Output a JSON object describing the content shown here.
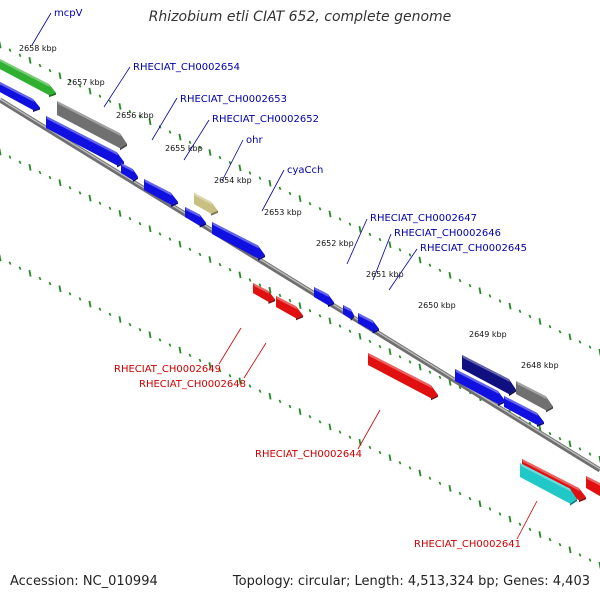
{
  "title": "Rhizobium etli CIAT 652, complete genome",
  "footer": {
    "accession": "Accession: NC_010994",
    "topology": "Topology: circular; Length: 4,513,324 bp; Genes: 4,403"
  },
  "colors": {
    "backbone": "#8a8a8a",
    "tick": "#228b22",
    "label_forward": "#0000aa",
    "label_reverse": "#cc0000",
    "gene_blue": "#1010e0",
    "gene_red": "#e01010",
    "gene_green": "#30b030",
    "gene_gray": "#707070",
    "gene_khaki": "#c8c080",
    "gene_navy": "#101080",
    "gene_cyan": "#20c8c8"
  },
  "kbp_labels": [
    "2658 kbp",
    "2657 kbp",
    "2656 kbp",
    "2655 kbp",
    "2654 kbp",
    "2653 kbp",
    "2652 kbp",
    "2651 kbp",
    "2650 kbp",
    "2649 kbp",
    "2648 kbp"
  ],
  "forward_labels": [
    "mcpV",
    "RHECIAT_CH0002654",
    "RHECIAT_CH0002653",
    "RHECIAT_CH0002652",
    "ohr",
    "cyaCch",
    "RHECIAT_CH0002647",
    "RHECIAT_CH0002646",
    "RHECIAT_CH0002645"
  ],
  "reverse_labels": [
    "RHECIAT_CH0002649",
    "RHECIAT_CH0002648",
    "RHECIAT_CH0002644",
    "RHECIAT_CH0002641"
  ]
}
